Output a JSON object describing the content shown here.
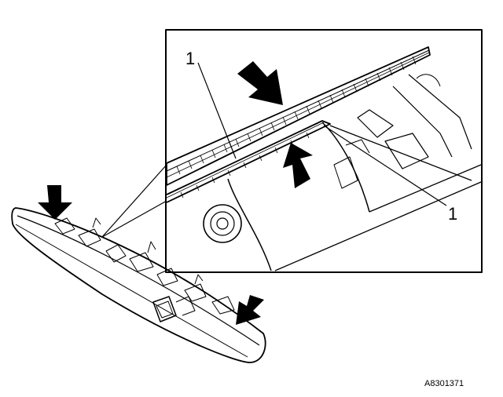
{
  "callouts": {
    "upper": "1",
    "lower": "1"
  },
  "reference_code": "A8301371",
  "colors": {
    "ink": "#000000",
    "paper": "#ffffff"
  }
}
